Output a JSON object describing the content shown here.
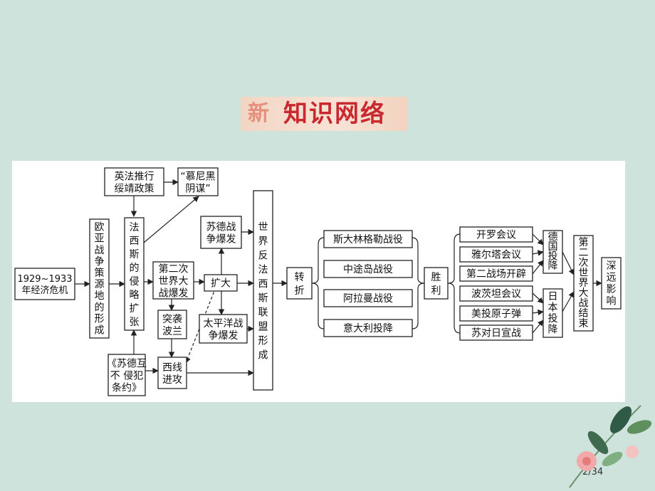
{
  "title": {
    "logo_char": "新",
    "text": "知识网络"
  },
  "page_number": "2/34",
  "nodes": {
    "crisis": [
      "1929~1933",
      "年经济危机"
    ],
    "war_sources": "欧亚战争策源地的形成",
    "appeasement": [
      "英法推行",
      "绥靖政策"
    ],
    "munich": [
      "“慕尼黑",
      "阴谋”"
    ],
    "fascist": "法西斯的侵略扩张",
    "pact": [
      "《苏德互",
      "不 侵犯",
      "条约》"
    ],
    "ww2_outbreak": [
      "第二次",
      "世界大",
      "战爆发"
    ],
    "poland": [
      "突袭",
      "波兰"
    ],
    "west": [
      "西线",
      "进攻"
    ],
    "expand": "扩大",
    "soviet_german": [
      "苏德战",
      "争爆发"
    ],
    "pacific": [
      "太平洋战",
      "争爆发"
    ],
    "alliance": "世界反法西斯联盟形成",
    "turn": "转折",
    "stalingrad": "斯大林格勒战役",
    "midway": "中途岛战役",
    "alamein": "阿拉曼战役",
    "italy": "意大利投降",
    "victory": "胜利",
    "cairo": "开罗会议",
    "yalta": "雅尔塔会议",
    "second_front": "第二战场开辟",
    "potsdam": "波茨坦会议",
    "atomic": "美投原子弹",
    "soviet_war_japan": "苏对日宣战",
    "germany_surrender": "德国投降",
    "japan_surrender": "日本投降",
    "war_end": "第二次世界大战结束",
    "impact": "深远影响"
  }
}
